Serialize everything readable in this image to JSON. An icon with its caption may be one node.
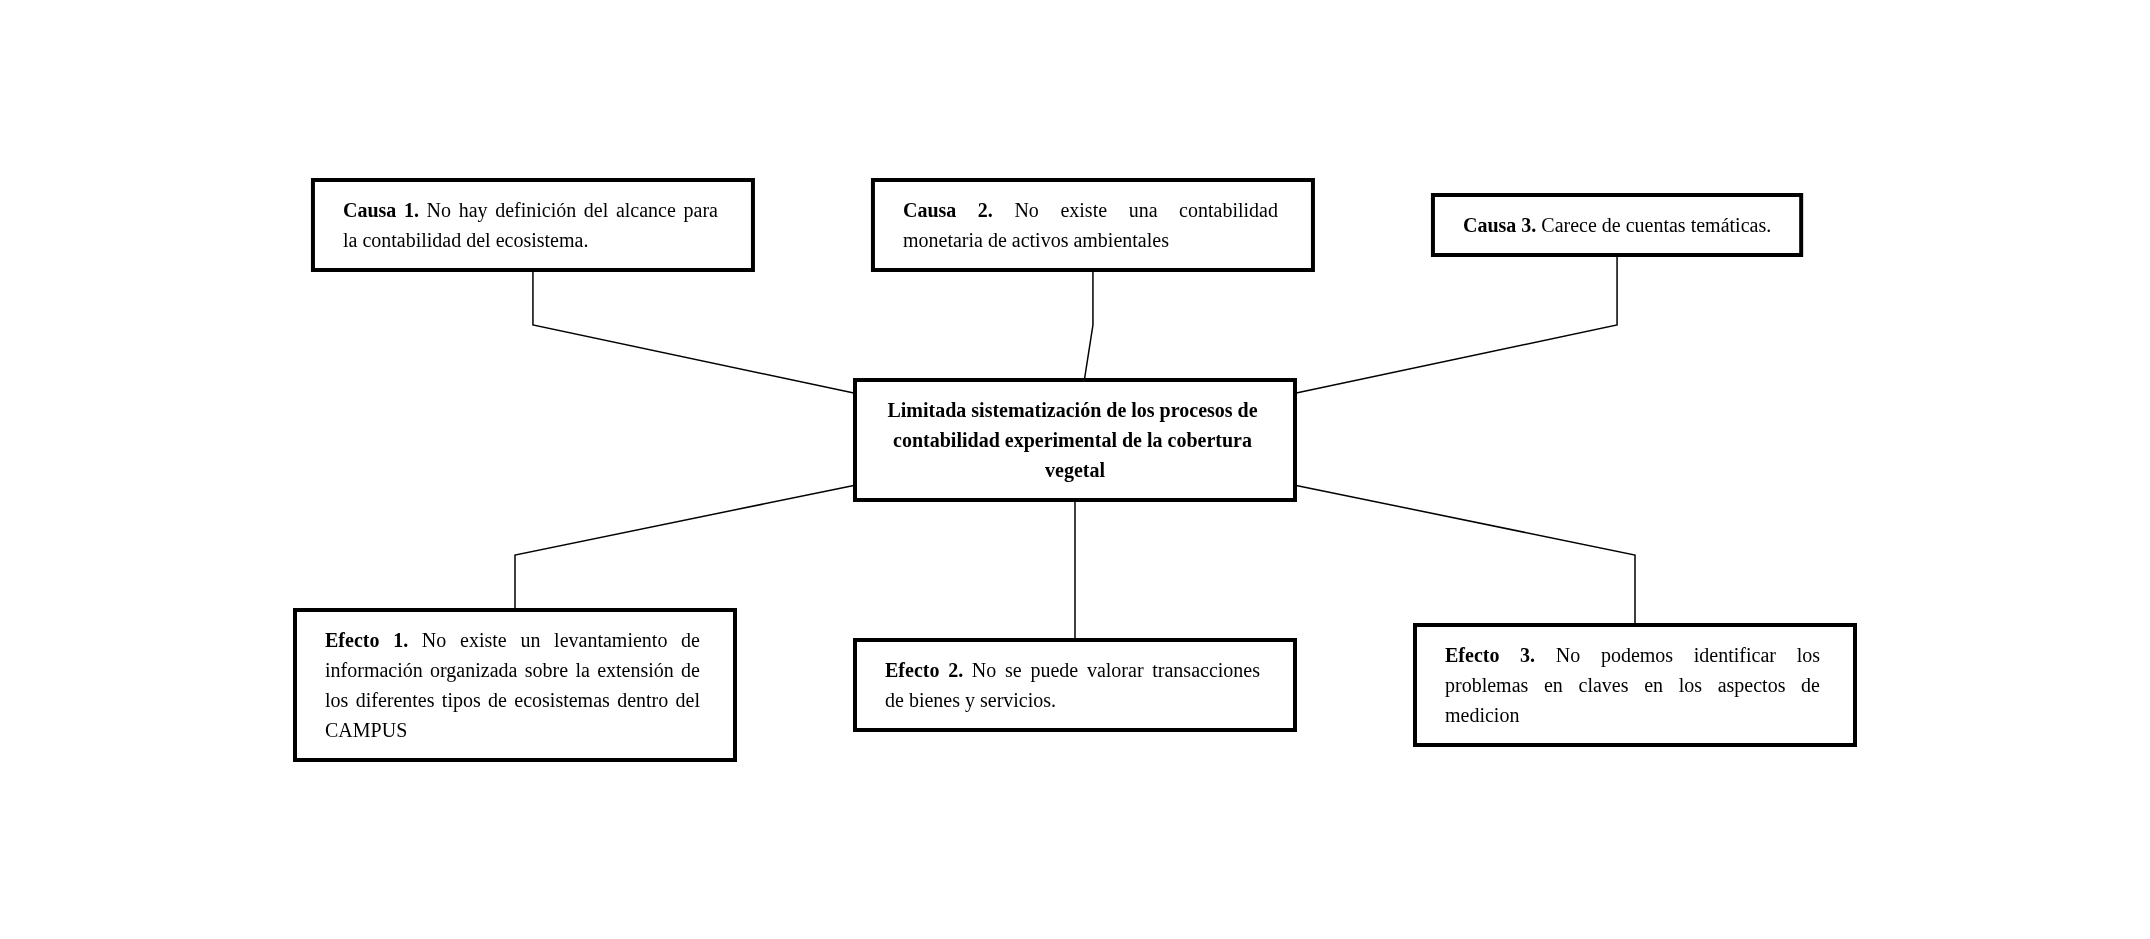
{
  "diagram": {
    "nodes": [
      {
        "text": [
          "Causa 1.",
          "No hay definición del alcance para la contabilidad del ecosistema."
        ]
      },
      {
        "text": [
          "Causa 2.",
          "No existe una contabilidad monetaria de activos ambientales"
        ]
      },
      {
        "text": [
          "Causa 3.",
          "Carece de cuentas temáticas."
        ]
      },
      {
        "text": [
          "Limitada sistematización de los procesos de contabilidad experimental de la cobertura vegetal"
        ]
      },
      {
        "text": [
          "Efecto 1.",
          "No existe un levantamiento de información organizada sobre la extensión de los diferentes tipos de ecosistemas dentro del CAMPUS"
        ]
      },
      {
        "text": [
          "Efecto 2.",
          "No se puede valorar transacciones de bienes y servicios."
        ]
      },
      {
        "text": [
          "Efecto 3.",
          "No podemos identificar los problemas en claves en los aspectos de medicion"
        ]
      }
    ],
    "edges": [
      {
        "from": 0,
        "to": 3,
        "arrow": "none"
      },
      {
        "from": 1,
        "to": 3,
        "arrow": "none"
      },
      {
        "from": 2,
        "to": 3,
        "arrow": "none"
      },
      {
        "from": 3,
        "to": 4,
        "arrow": "none"
      },
      {
        "from": 3,
        "to": 5,
        "arrow": "none"
      },
      {
        "from": 3,
        "to": 6,
        "arrow": "none"
      }
    ]
  }
}
